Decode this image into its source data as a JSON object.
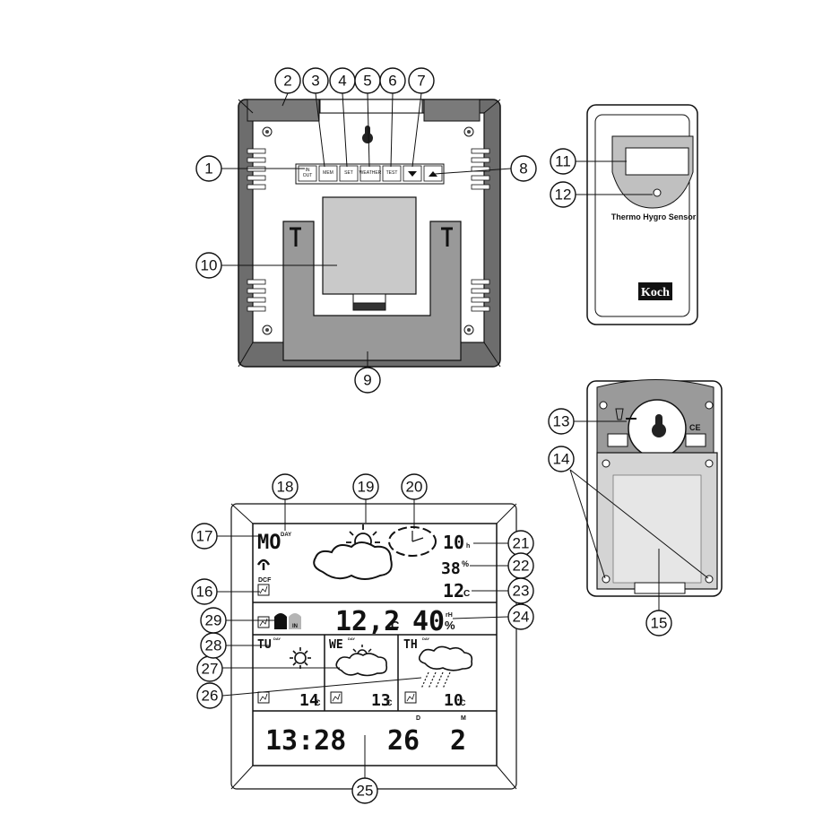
{
  "callouts": [
    "1",
    "2",
    "3",
    "4",
    "5",
    "6",
    "7",
    "8",
    "9",
    "10",
    "11",
    "12",
    "13",
    "14",
    "15",
    "16",
    "17",
    "18",
    "19",
    "20",
    "21",
    "22",
    "23",
    "24",
    "25",
    "26",
    "27",
    "28",
    "29"
  ],
  "buttons": {
    "in_out_top": "IN",
    "in_out_bottom": "OUT",
    "mem": "MEM",
    "set": "SET",
    "weather": "WEATHER",
    "test": "TEST"
  },
  "sensor": {
    "label": "Thermo Hygro Sensor",
    "brand": "Koch"
  },
  "lcd": {
    "day": "MO",
    "day_suffix": "DAY",
    "hours": "10",
    "hours_unit": "h",
    "humidity_outdoor": "38",
    "humidity_outdoor_unit": "%",
    "temp_small": "12",
    "temp_small_unit": "C",
    "dcf": "DCF",
    "temp_main": "12,2",
    "temp_main_unit": "C",
    "rh": "40",
    "rh_unit_top": "rH",
    "rh_unit_bottom": "%",
    "out_label": "OUT",
    "in_label": "IN",
    "forecast": [
      {
        "day": "TU",
        "day_suffix": "DAY",
        "temp": "14",
        "unit": "C"
      },
      {
        "day": "WE",
        "day_suffix": "DAY",
        "temp": "13",
        "unit": "C"
      },
      {
        "day": "TH",
        "day_suffix": "DAY",
        "temp": "10",
        "unit": "C"
      }
    ],
    "time": "13:28",
    "date": "26",
    "date_tag": "D",
    "month": "2",
    "month_tag": "M"
  }
}
